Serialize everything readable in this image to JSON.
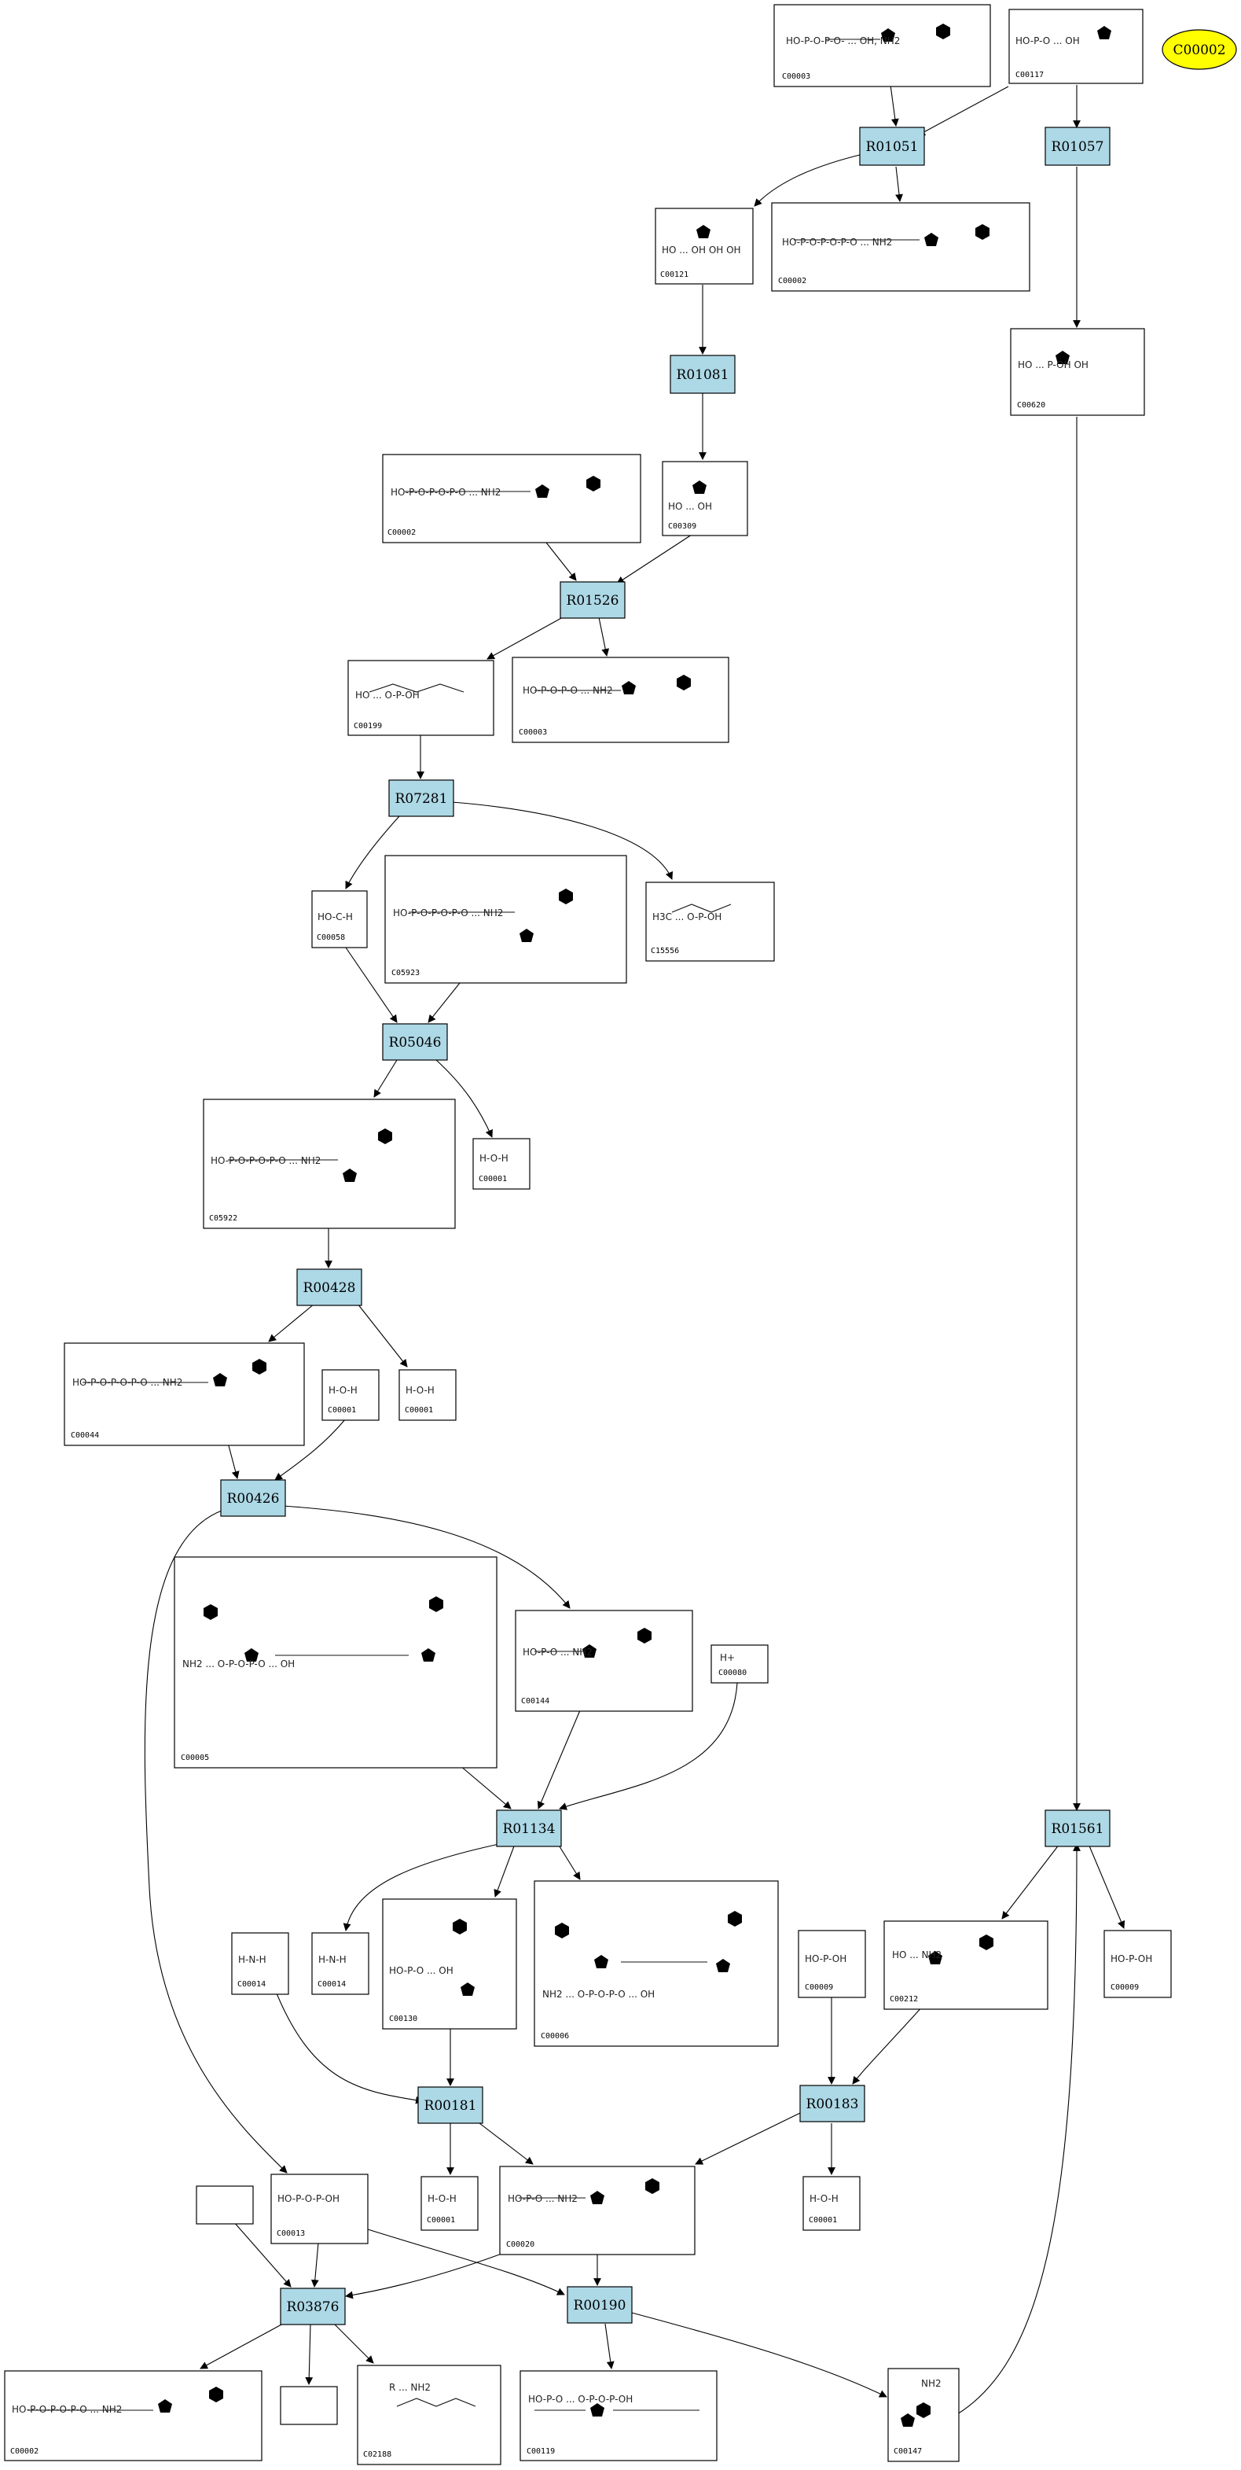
{
  "highlight": {
    "label": "C00002",
    "color": "#ffff00"
  },
  "reactions": [
    {
      "id": "R01051",
      "label": "R01051"
    },
    {
      "id": "R01057",
      "label": "R01057"
    },
    {
      "id": "R01081",
      "label": "R01081"
    },
    {
      "id": "R01526",
      "label": "R01526"
    },
    {
      "id": "R07281",
      "label": "R07281"
    },
    {
      "id": "R05046",
      "label": "R05046"
    },
    {
      "id": "R00428",
      "label": "R00428"
    },
    {
      "id": "R00426",
      "label": "R00426"
    },
    {
      "id": "R01134",
      "label": "R01134"
    },
    {
      "id": "R01561",
      "label": "R01561"
    },
    {
      "id": "R00181",
      "label": "R00181"
    },
    {
      "id": "R00183",
      "label": "R00183"
    },
    {
      "id": "R03876",
      "label": "R03876"
    },
    {
      "id": "R00190",
      "label": "R00190"
    }
  ],
  "compounds": [
    {
      "key": "c00003_top",
      "id": "C00003",
      "formula": "HO-P-O-P-O- ... OH, NH2"
    },
    {
      "key": "c00117",
      "id": "C00117",
      "formula": "HO-P-O ... OH"
    },
    {
      "key": "c00121",
      "id": "C00121",
      "formula": "HO ... OH OH OH"
    },
    {
      "key": "c00002_a",
      "id": "C00002",
      "formula": "HO-P-O-P-O-P-O ... NH2"
    },
    {
      "key": "c00620",
      "id": "C00620",
      "formula": "HO ... P-OH OH"
    },
    {
      "key": "c00002_b",
      "id": "C00002",
      "formula": "HO-P-O-P-O-P-O ... NH2"
    },
    {
      "key": "c00309",
      "id": "C00309",
      "formula": "HO ... OH"
    },
    {
      "key": "c00199",
      "id": "C00199",
      "formula": "HO ... O-P-OH"
    },
    {
      "key": "c00003_b",
      "id": "C00003",
      "formula": "HO-P-O-P-O ... NH2"
    },
    {
      "key": "c00058",
      "id": "C00058",
      "formula": "HO-C-H"
    },
    {
      "key": "c05923",
      "id": "C05923",
      "formula": "HO-P-O-P-O-P-O ... NH2"
    },
    {
      "key": "c15556",
      "id": "C15556",
      "formula": "H3C ... O-P-OH"
    },
    {
      "key": "c05922",
      "id": "C05922",
      "formula": "HO-P-O-P-O-P-O ... NH2"
    },
    {
      "key": "c00001_a",
      "id": "C00001",
      "formula": "H-O-H"
    },
    {
      "key": "c00044",
      "id": "C00044",
      "formula": "HO-P-O-P-O-P-O ... NH2"
    },
    {
      "key": "c00001_b",
      "id": "C00001",
      "formula": "H-O-H"
    },
    {
      "key": "c00001_c",
      "id": "C00001",
      "formula": "H-O-H"
    },
    {
      "key": "c00005",
      "id": "C00005",
      "formula": "NH2 ... O-P-O-P-O ... OH"
    },
    {
      "key": "c00144",
      "id": "C00144",
      "formula": "HO-P-O ... NH2"
    },
    {
      "key": "c00080",
      "id": "C00080",
      "formula": "H+"
    },
    {
      "key": "c00014_a",
      "id": "C00014",
      "formula": "H-N-H"
    },
    {
      "key": "c00014_b",
      "id": "C00014",
      "formula": "H-N-H"
    },
    {
      "key": "c00130",
      "id": "C00130",
      "formula": "HO-P-O ... OH"
    },
    {
      "key": "c00006",
      "id": "C00006",
      "formula": "NH2 ... O-P-O-P-O ... OH"
    },
    {
      "key": "c00009_a",
      "id": "C00009",
      "formula": "HO-P-OH"
    },
    {
      "key": "c00212",
      "id": "C00212",
      "formula": "HO ... NH2"
    },
    {
      "key": "c00009_b",
      "id": "C00009",
      "formula": "HO-P-OH"
    },
    {
      "key": "c00013",
      "id": "C00013",
      "formula": "HO-P-O-P-OH"
    },
    {
      "key": "c00001_d",
      "id": "C00001",
      "formula": "H-O-H"
    },
    {
      "key": "c00020",
      "id": "C00020",
      "formula": "HO-P-O ... NH2"
    },
    {
      "key": "c00001_e",
      "id": "C00001",
      "formula": "H-O-H"
    },
    {
      "key": "empty_a",
      "id": "",
      "formula": ""
    },
    {
      "key": "c00002_c",
      "id": "C00002",
      "formula": "HO-P-O-P-O-P-O ... NH2"
    },
    {
      "key": "empty_b",
      "id": "",
      "formula": ""
    },
    {
      "key": "c02188",
      "id": "C02188",
      "formula": "R ... NH2"
    },
    {
      "key": "c00119",
      "id": "C00119",
      "formula": "HO-P-O ... O-P-O-P-OH"
    },
    {
      "key": "c00147",
      "id": "C00147",
      "formula": "NH2"
    }
  ]
}
